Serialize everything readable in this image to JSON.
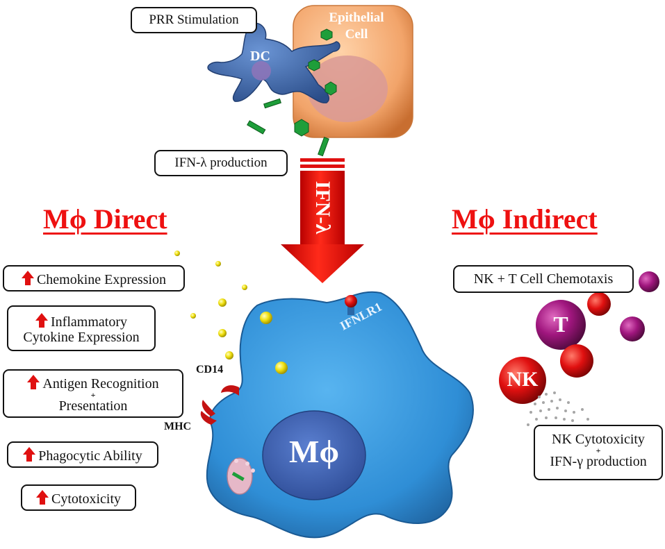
{
  "top": {
    "dc_label": "DC",
    "epithelial_label_line1": "Epithelial",
    "epithelial_label_line2": "Cell",
    "prr_box": "PRR Stimulation",
    "ifn_production_box": "IFN-λ production"
  },
  "arrow": {
    "label": "IFN-λ",
    "color": "#ee1111"
  },
  "direct": {
    "heading": "Mϕ Direct",
    "items": [
      {
        "lines": [
          "Chemokine Expression"
        ]
      },
      {
        "lines": [
          "Inflammatory",
          "Cytokine Expression"
        ]
      },
      {
        "lines": [
          "Antigen Recognition",
          "+",
          "Presentation"
        ]
      },
      {
        "lines": [
          "Phagocytic Ability"
        ]
      },
      {
        "lines": [
          "Cytotoxicity"
        ]
      }
    ]
  },
  "indirect": {
    "heading": "Mϕ Indirect",
    "chemotaxis_box": "NK + T Cell Chemotaxis",
    "t_label": "T",
    "nk_label": "NK",
    "nk_box_line1": "NK Cytotoxicity",
    "nk_box_plus": "+",
    "nk_box_line2": "IFN-γ production"
  },
  "macrophage": {
    "label": "Mϕ",
    "receptor_label": "IFNLR1",
    "cd14_label": "CD14",
    "mhc_label": "MHC"
  },
  "colors": {
    "macrophage": "#2f8ed6",
    "nucleus": "#3a5fb0",
    "dc": "#3b66a8",
    "epithelial": "#f2a46a",
    "ifn_particle": "#1e9e3a",
    "chemokine": "#f0e010",
    "nk_cell": "#e01010",
    "t_cell": "#a0167e",
    "heading": "#ee1111"
  }
}
